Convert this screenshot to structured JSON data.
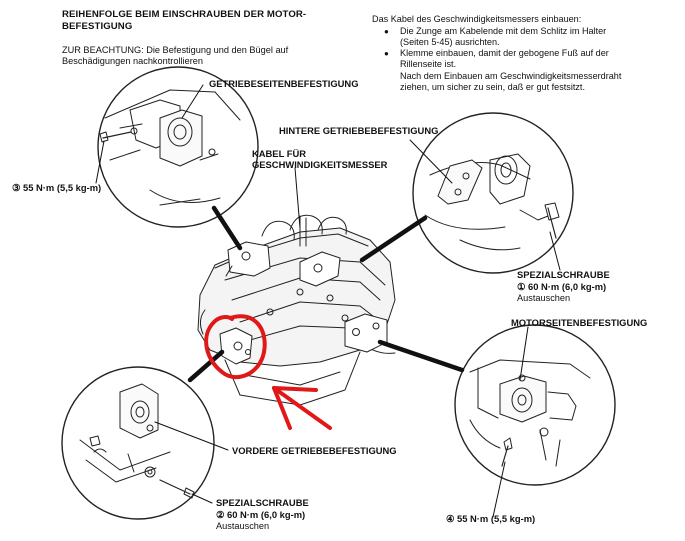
{
  "header": {
    "title_line1": "REIHENFOLGE BEIM EINSCHRAUBEN DER MOTOR-",
    "title_line2": "BEFESTIGUNG",
    "note": "ZUR BEACHTUNG:  Die Befestigung und den Bügel auf",
    "note_line2": "Beschädigungen nachkontrollieren"
  },
  "speedo_cable": {
    "intro": "Das Kabel des Geschwindigkeitsmessers einbauen:",
    "bullets": [
      "Die Zunge am Kabelende mit dem Schlitz im Halter",
      "(Seiten 5-45) ausrichten.",
      "Klemme einbauen, damit der gebogene Fuß auf der",
      "Rillenseite ist."
    ],
    "after1": "Nach dem Einbauen am Geschwindigkeitsmesserdraht",
    "after2": "ziehen, um sicher zu sein, daß er gut festsitzt."
  },
  "labels": {
    "transmission_side_mount": "GETRIEBESEITENBEFESTIGUNG",
    "rear_transmission_mount": "HINTERE GETRIEBEBEFESTIGUNG",
    "speedo_cable_1": "KABEL FÜR",
    "speedo_cable_2": "GESCHWINDIGKEITSMESSER",
    "torque_3": "③ 55 N·m (5,5 kg-m)",
    "special_bolt_1": "SPEZIALSCHRAUBE",
    "special_bolt_1_torque": "① 60 N·m (6,0 kg-m)",
    "special_bolt_1_note": "Austauschen",
    "engine_side_mount": "MOTORSEITENBEFESTIGUNG",
    "front_transmission_mount": "VORDERE GETRIEBEBEFESTIGUNG",
    "special_bolt_2": "SPEZIALSCHRAUBE",
    "special_bolt_2_torque": "② 60 N·m (6,0 kg-m)",
    "special_bolt_2_note": "Austauschen",
    "torque_4": "④ 55 N·m (5,5 kg-m)"
  },
  "colors": {
    "ink": "#111111",
    "annotation_red": "#e01818",
    "background": "#ffffff"
  }
}
